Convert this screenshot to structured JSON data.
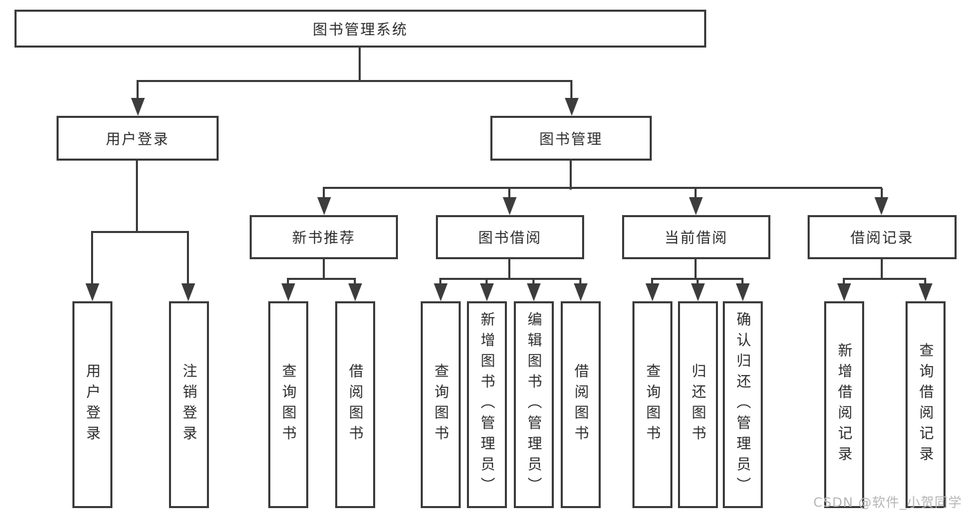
{
  "diagram": {
    "root": {
      "label": "图书管理系统"
    },
    "level2": [
      {
        "label": "用户登录"
      },
      {
        "label": "图书管理"
      }
    ],
    "level3": [
      {
        "label": "新书推荐"
      },
      {
        "label": "图书借阅"
      },
      {
        "label": "当前借阅"
      },
      {
        "label": "借阅记录"
      }
    ],
    "leaves": [
      {
        "parent": "用户登录",
        "label": "用户登录"
      },
      {
        "parent": "用户登录",
        "label": "注销登录"
      },
      {
        "parent": "新书推荐",
        "label": "查询图书"
      },
      {
        "parent": "新书推荐",
        "label": "借阅图书"
      },
      {
        "parent": "图书借阅",
        "label": "查询图书"
      },
      {
        "parent": "图书借阅",
        "label": "新增图书（管理员）"
      },
      {
        "parent": "图书借阅",
        "label": "编辑图书（管理员）"
      },
      {
        "parent": "图书借阅",
        "label": "借阅图书"
      },
      {
        "parent": "当前借阅",
        "label": "查询图书"
      },
      {
        "parent": "当前借阅",
        "label": "归还图书"
      },
      {
        "parent": "当前借阅",
        "label": "确认归还（管理员）"
      },
      {
        "parent": "借阅记录",
        "label": "新增借阅记录"
      },
      {
        "parent": "借阅记录",
        "label": "查询借阅记录"
      }
    ],
    "watermark": "CSDN @软件_小贺同学",
    "colors": {
      "line": "#3c3c3c",
      "text": "#2b2b2b",
      "box_background": "#ffffff",
      "watermark": "#b5b5b5"
    }
  }
}
